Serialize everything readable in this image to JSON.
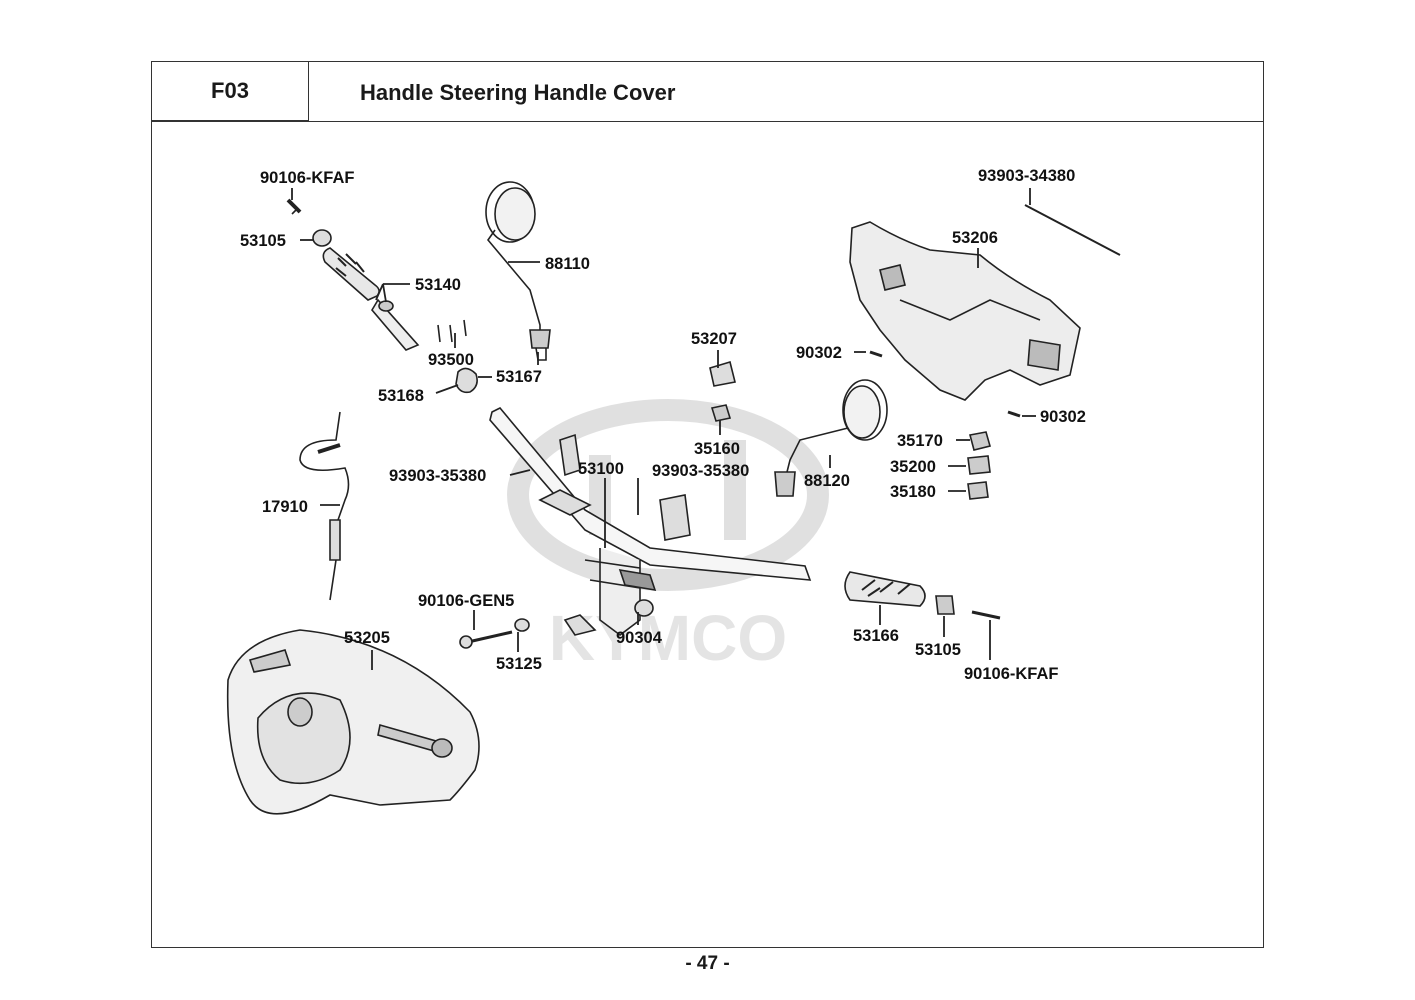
{
  "section_code": "F03",
  "title": "Handle Steering  Handle Cover",
  "watermark": "KYMCO",
  "page_number": "- 47 -",
  "part_labels": {
    "p90106_kfaf_left": "90106-KFAF",
    "p53105_left": "53105",
    "p53140": "53140",
    "p93500": "93500",
    "p53168": "53168",
    "p53167": "53167",
    "p88110": "88110",
    "p53207": "53207",
    "p35160": "35160",
    "p93903_35380_left": "93903-35380",
    "p53100": "53100",
    "p93903_35380_right": "93903-35380",
    "p17910": "17910",
    "p90106_gen5": "90106-GEN5",
    "p53125": "53125",
    "p90304": "90304",
    "p53205": "53205",
    "p93903_34380": "93903-34380",
    "p53206": "53206",
    "p90302_top": "90302",
    "p90302_bottom": "90302",
    "p88120": "88120",
    "p35170": "35170",
    "p35200": "35200",
    "p35180": "35180",
    "p53166": "53166",
    "p53105_right": "53105",
    "p90106_kfaf_right": "90106-KFAF"
  }
}
